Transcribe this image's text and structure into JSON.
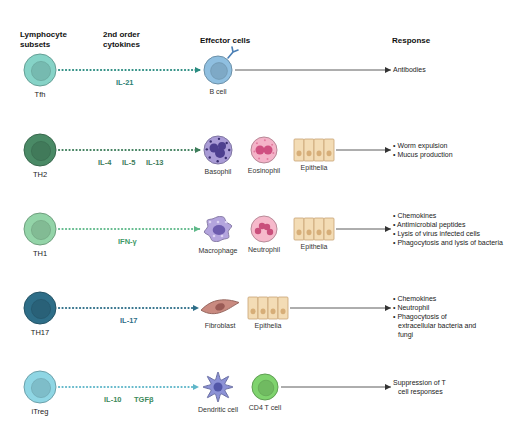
{
  "diagram": {
    "nodes": [
      {
        "text": [
          "Tfh"
        ]
      },
      {
        "text": [
          "B cell"
        ]
      },
      {
        "text": [
          "Antibodies"
        ]
      },
      {
        "text": [
          "TH2"
        ]
      },
      {
        "text": [
          "Basophil"
        ]
      },
      {
        "text": [
          "Eosinophil"
        ]
      },
      {
        "text": [
          "Epithelia"
        ]
      },
      {
        "text": [
          "• Worm expulsion",
          "• Mucus production"
        ]
      },
      {
        "text": [
          "TH1"
        ]
      },
      {
        "text": [
          "Macrophage"
        ]
      },
      {
        "text": [
          "Neutrophil"
        ]
      },
      {
        "text": [
          "Epithelia"
        ]
      },
      {
        "text": [
          "• Chemokines",
          "• Antimicrobial peptides",
          "• Lysis of virus infected cells",
          "• Phagocytosis and lysis of bacteria"
        ]
      },
      {
        "text": [
          "TH17"
        ]
      },
      {
        "text": [
          "Fibroblast"
        ]
      },
      {
        "text": [
          "Epithelia"
        ]
      },
      {
        "text": [
          "• Chemokines",
          "• Neutrophil",
          "• Phagocytosis of extracellular bacteria and fungi"
        ]
      },
      {
        "text": [
          "iTreg"
        ]
      },
      {
        "text": [
          "Dendritic cell"
        ]
      },
      {
        "text": [
          "CD4 T cell"
        ]
      },
      {
        "text": [
          "Suppression of T cell responses"
        ]
      }
    ],
    "edges": [
      {
        "from": 0,
        "to": 1,
        "arrow": "to"
      },
      {
        "from": 1,
        "to": 2,
        "arrow": "to"
      },
      {
        "from": 3,
        "to": 4,
        "arrow": "to"
      },
      {
        "from": 6,
        "to": 7,
        "arrow": "to"
      },
      {
        "from": 8,
        "to": 9,
        "arrow": "to"
      },
      {
        "from": 11,
        "to": 12,
        "arrow": "to"
      },
      {
        "from": 13,
        "to": 14,
        "arrow": "to"
      },
      {
        "from": 15,
        "to": 16,
        "arrow": "to"
      },
      {
        "from": 17,
        "to": 18,
        "arrow": "to"
      },
      {
        "from": 19,
        "to": 20,
        "arrow": "to"
      }
    ],
    "labels": [
      "Lymphocyte subsets",
      "2nd order cytokines",
      "Effector cells",
      "Response",
      "IL-21",
      "IL-4",
      "IL-5",
      "IL-13",
      "IFN-γ",
      "IL-17",
      "IL-10",
      "TGFβ"
    ]
  }
}
